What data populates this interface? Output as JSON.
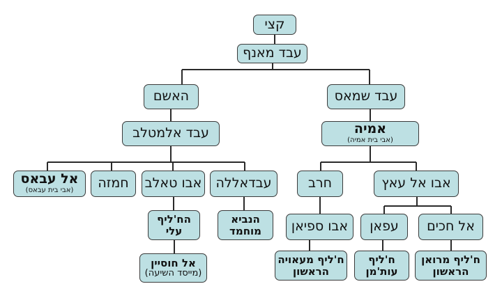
{
  "nodes": {
    "qusai": {
      "name": "קצי"
    },
    "abd_manaf": {
      "name": "עבד מאנף"
    },
    "hashim": {
      "name": "האשם"
    },
    "abd_shams": {
      "name": "עבד שמאס"
    },
    "abd_muttalib": {
      "name": "עבד אלמטלב"
    },
    "umayya": {
      "name": "אמיה",
      "note": "(אבי בית אמיה)"
    },
    "abbas": {
      "name": "אל עבאס",
      "note": "(אבי בית עבאס)"
    },
    "hamza": {
      "name": "חמזה"
    },
    "abu_talib": {
      "name": "אבו טאלב"
    },
    "abdallah": {
      "name": "עבדאללה"
    },
    "harb": {
      "name": "חרב"
    },
    "abu_al_as": {
      "name": "אבו אל עאץ"
    },
    "ali": {
      "line1": "הח'ליף",
      "line2": "עלי"
    },
    "muhammad": {
      "line1": "הנביא",
      "line2": "מוחמד"
    },
    "husayn": {
      "name": "אל חוסיין",
      "note": "(מייסד השיעה)"
    },
    "abu_sufyan": {
      "name": "אבו ספיאן"
    },
    "affan": {
      "name": "עפאן"
    },
    "hakam": {
      "name": "אל חכים"
    },
    "muawiya": {
      "line1": "ח'ליף מעאויה",
      "line2": "הראשון"
    },
    "uthman": {
      "line1": "ח'ליף",
      "line2": "עות'מן"
    },
    "marwan": {
      "line1": "ח'ליף מרואן",
      "line2": "הראשון"
    }
  },
  "colors": {
    "fill": "#bde0e3",
    "border": "#3a3a3a"
  }
}
